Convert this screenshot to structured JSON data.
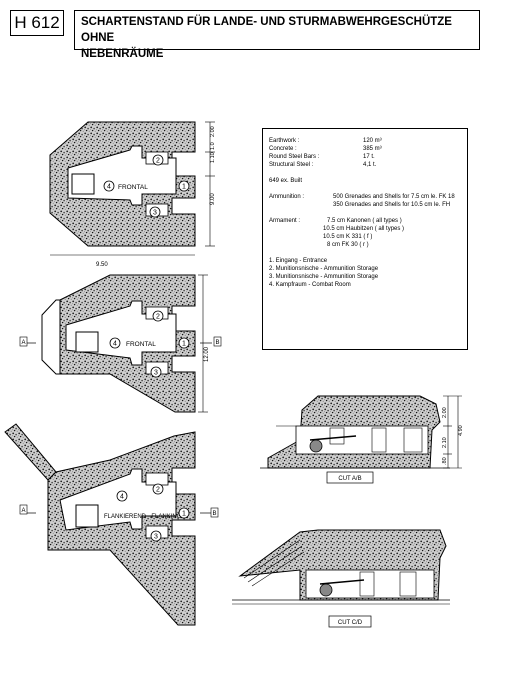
{
  "header": {
    "code": "H 612",
    "title_line1": "SCHARTENSTAND FÜR LANDE- UND STURMABWEHRGESCHÜTZE OHNE",
    "title_line2": "NEBENRÄUME"
  },
  "stats": {
    "earthwork_label": "Earthwork :",
    "earthwork_value": "120 m³",
    "concrete_label": "Concrete :",
    "concrete_value": "385 m³",
    "round_bars_label": "Round Steel Bars :",
    "round_bars_value": "17 t.",
    "structural_label": "Structural Steel :",
    "structural_value": "4,1 t.",
    "built": "649 ex. Built",
    "ammo_label": "Ammunition :",
    "ammo_line1": "500 Grenades and Shells for 7.5 cm le. FK 18",
    "ammo_line2": "350 Grenades and Shells for 10.5 cm le. FH",
    "armament_label": "Armament :",
    "arm_line1": "7.5 cm Kanonen ( all types )",
    "arm_line2": "10.5 cm Haubitzen ( all types )",
    "arm_line3": "10.5 cm K 331 ( f )",
    "arm_line4": "8 cm FK 30 ( r )",
    "legend1": "1. Eingang - Entrance",
    "legend2": "2. Munitionsnische - Ammunition Storage",
    "legend3": "3. Munitionsnische - Ammunition Storage",
    "legend4": "4. Kampfraum - Combat Room"
  },
  "plans": {
    "frontal_label": "FRONTAL",
    "flanking_label": "FLANKIEREND - FLANKING",
    "num1": "1",
    "num2": "2",
    "num3": "3",
    "num4": "4",
    "dim_width": "9.50",
    "dim_height": "9.00",
    "dim_top_a": "2.00",
    "dim_top_b": "1.0",
    "dim_top_c": "1.10",
    "dim_middle": "12.00",
    "marker_a": "A",
    "marker_b": "B"
  },
  "sections": {
    "cut_ab": "CUT A/B",
    "cut_cd": "CUT C/D",
    "dim_total": "4.90",
    "dim_upper": "2.00",
    "dim_mid": "2.10",
    "dim_low": ".80"
  }
}
